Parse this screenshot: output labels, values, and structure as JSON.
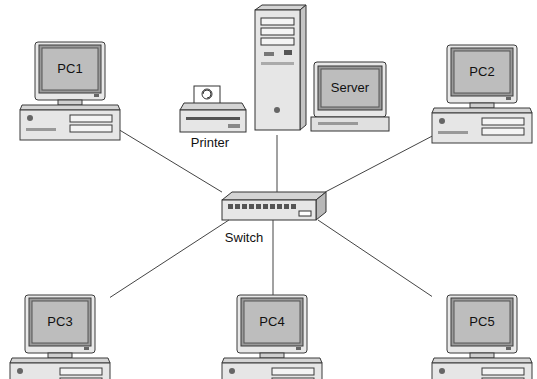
{
  "diagram": {
    "nodes": [
      {
        "text": [
          "PC1"
        ]
      },
      {
        "text": [
          "Printer"
        ]
      },
      {
        "text": [
          "Server"
        ]
      },
      {
        "text": [
          "PC2"
        ]
      },
      {
        "text": [
          "Switch"
        ]
      },
      {
        "text": [
          "PC3"
        ]
      },
      {
        "text": [
          "PC4"
        ]
      },
      {
        "text": [
          "PC5"
        ]
      }
    ],
    "edges": [
      {
        "from": 4,
        "to": 0,
        "arrow": "none"
      },
      {
        "from": 4,
        "to": 2,
        "arrow": "none"
      },
      {
        "from": 4,
        "to": 3,
        "arrow": "none"
      },
      {
        "from": 4,
        "to": 5,
        "arrow": "none"
      },
      {
        "from": 4,
        "to": 6,
        "arrow": "none"
      },
      {
        "from": 4,
        "to": 7,
        "arrow": "none"
      }
    ]
  }
}
